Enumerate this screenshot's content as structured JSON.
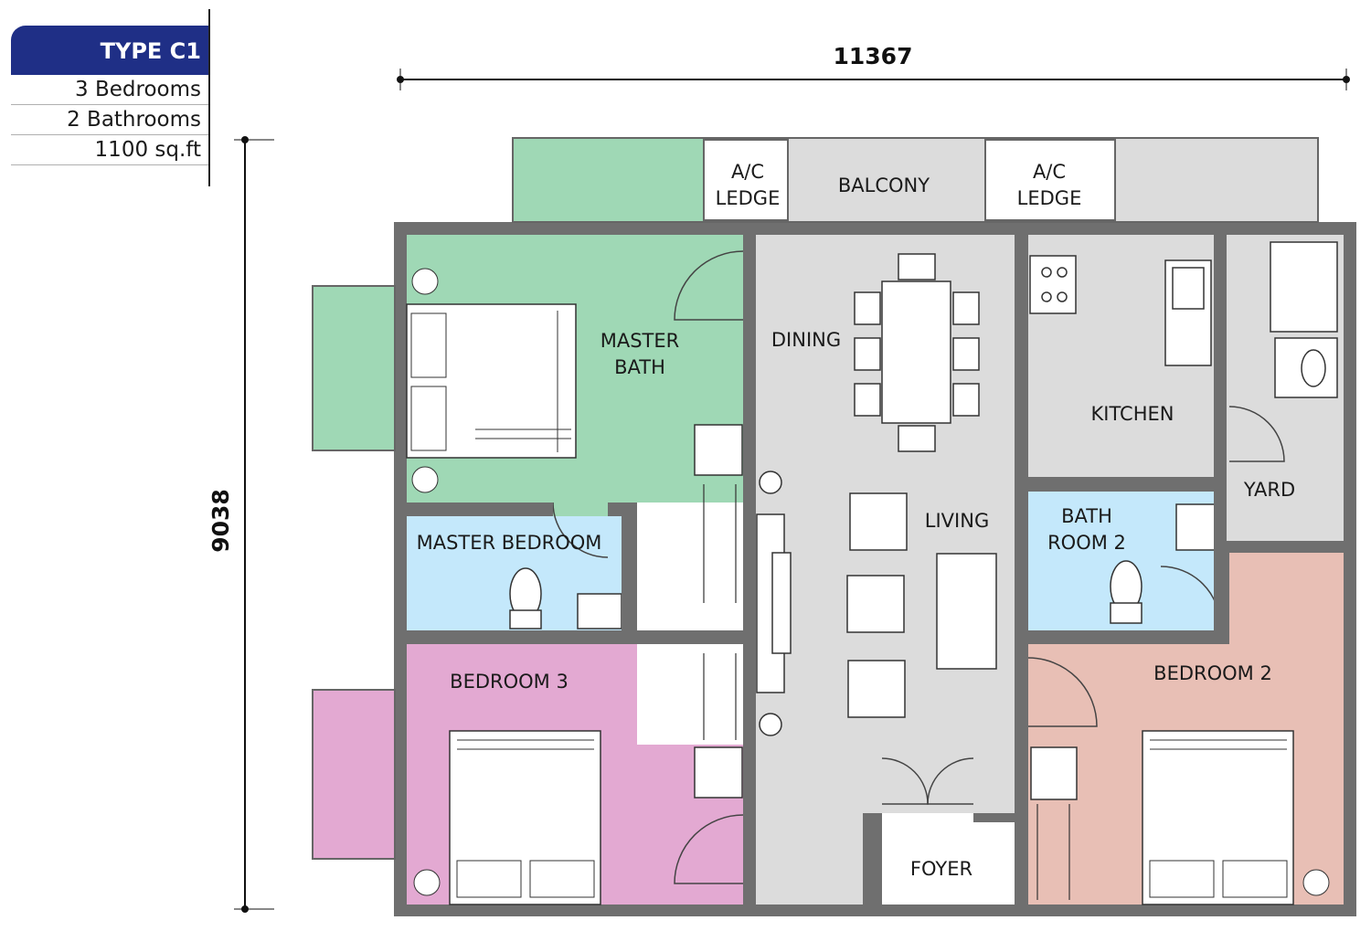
{
  "unit": {
    "type": "TYPE C1",
    "specs": [
      "3 Bedrooms",
      "2 Bathrooms",
      "1100 sq.ft"
    ]
  },
  "dimensions": {
    "width": "11367",
    "height": "9038"
  },
  "rooms": {
    "master_bath": [
      "MASTER",
      "BATH"
    ],
    "master_bedroom": "MASTER BEDROOM",
    "bedroom3": "BEDROOM 3",
    "dining": "DINING",
    "living": "LIVING",
    "kitchen": "KITCHEN",
    "yard": "YARD",
    "bathroom2": [
      "BATH",
      "ROOM 2"
    ],
    "bedroom2": "BEDROOM 2",
    "foyer": "FOYER",
    "balcony": "BALCONY",
    "ac_ledge": [
      "A/C",
      "LEDGE"
    ]
  },
  "colors": {
    "green": "#9fd8b5",
    "blue": "#c4e8fb",
    "pink": "#e3a9d2",
    "salmon": "#e8bfb5",
    "grey": "#dcdcdc",
    "wall": "#6f6f6f",
    "brand": "#1f2f86"
  }
}
